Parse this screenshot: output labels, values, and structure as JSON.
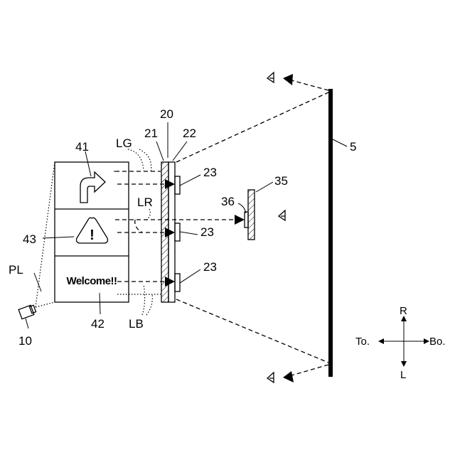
{
  "labels": {
    "windshield": "5",
    "display_unit": "20",
    "layer_21": "21",
    "layer_22": "22",
    "element_23_top": "23",
    "element_23_mid": "23",
    "element_23_bottom": "23",
    "mirror": "35",
    "mirror_element": "36",
    "image_41": "41",
    "image_42": "42",
    "image_43": "43",
    "projector": "10",
    "light_green": "LG",
    "light_red": "LR",
    "light_blue": "LB",
    "projection_light": "PL"
  },
  "panel": {
    "welcome_text": "Welcome!!",
    "warning_glyph": "!"
  },
  "compass": {
    "up": "R",
    "down": "L",
    "left": "To.",
    "right": "Bo."
  },
  "icons": [
    "turn-right-arrow-icon",
    "warning-triangle-icon",
    "eye-icon",
    "camera-projector-icon"
  ]
}
